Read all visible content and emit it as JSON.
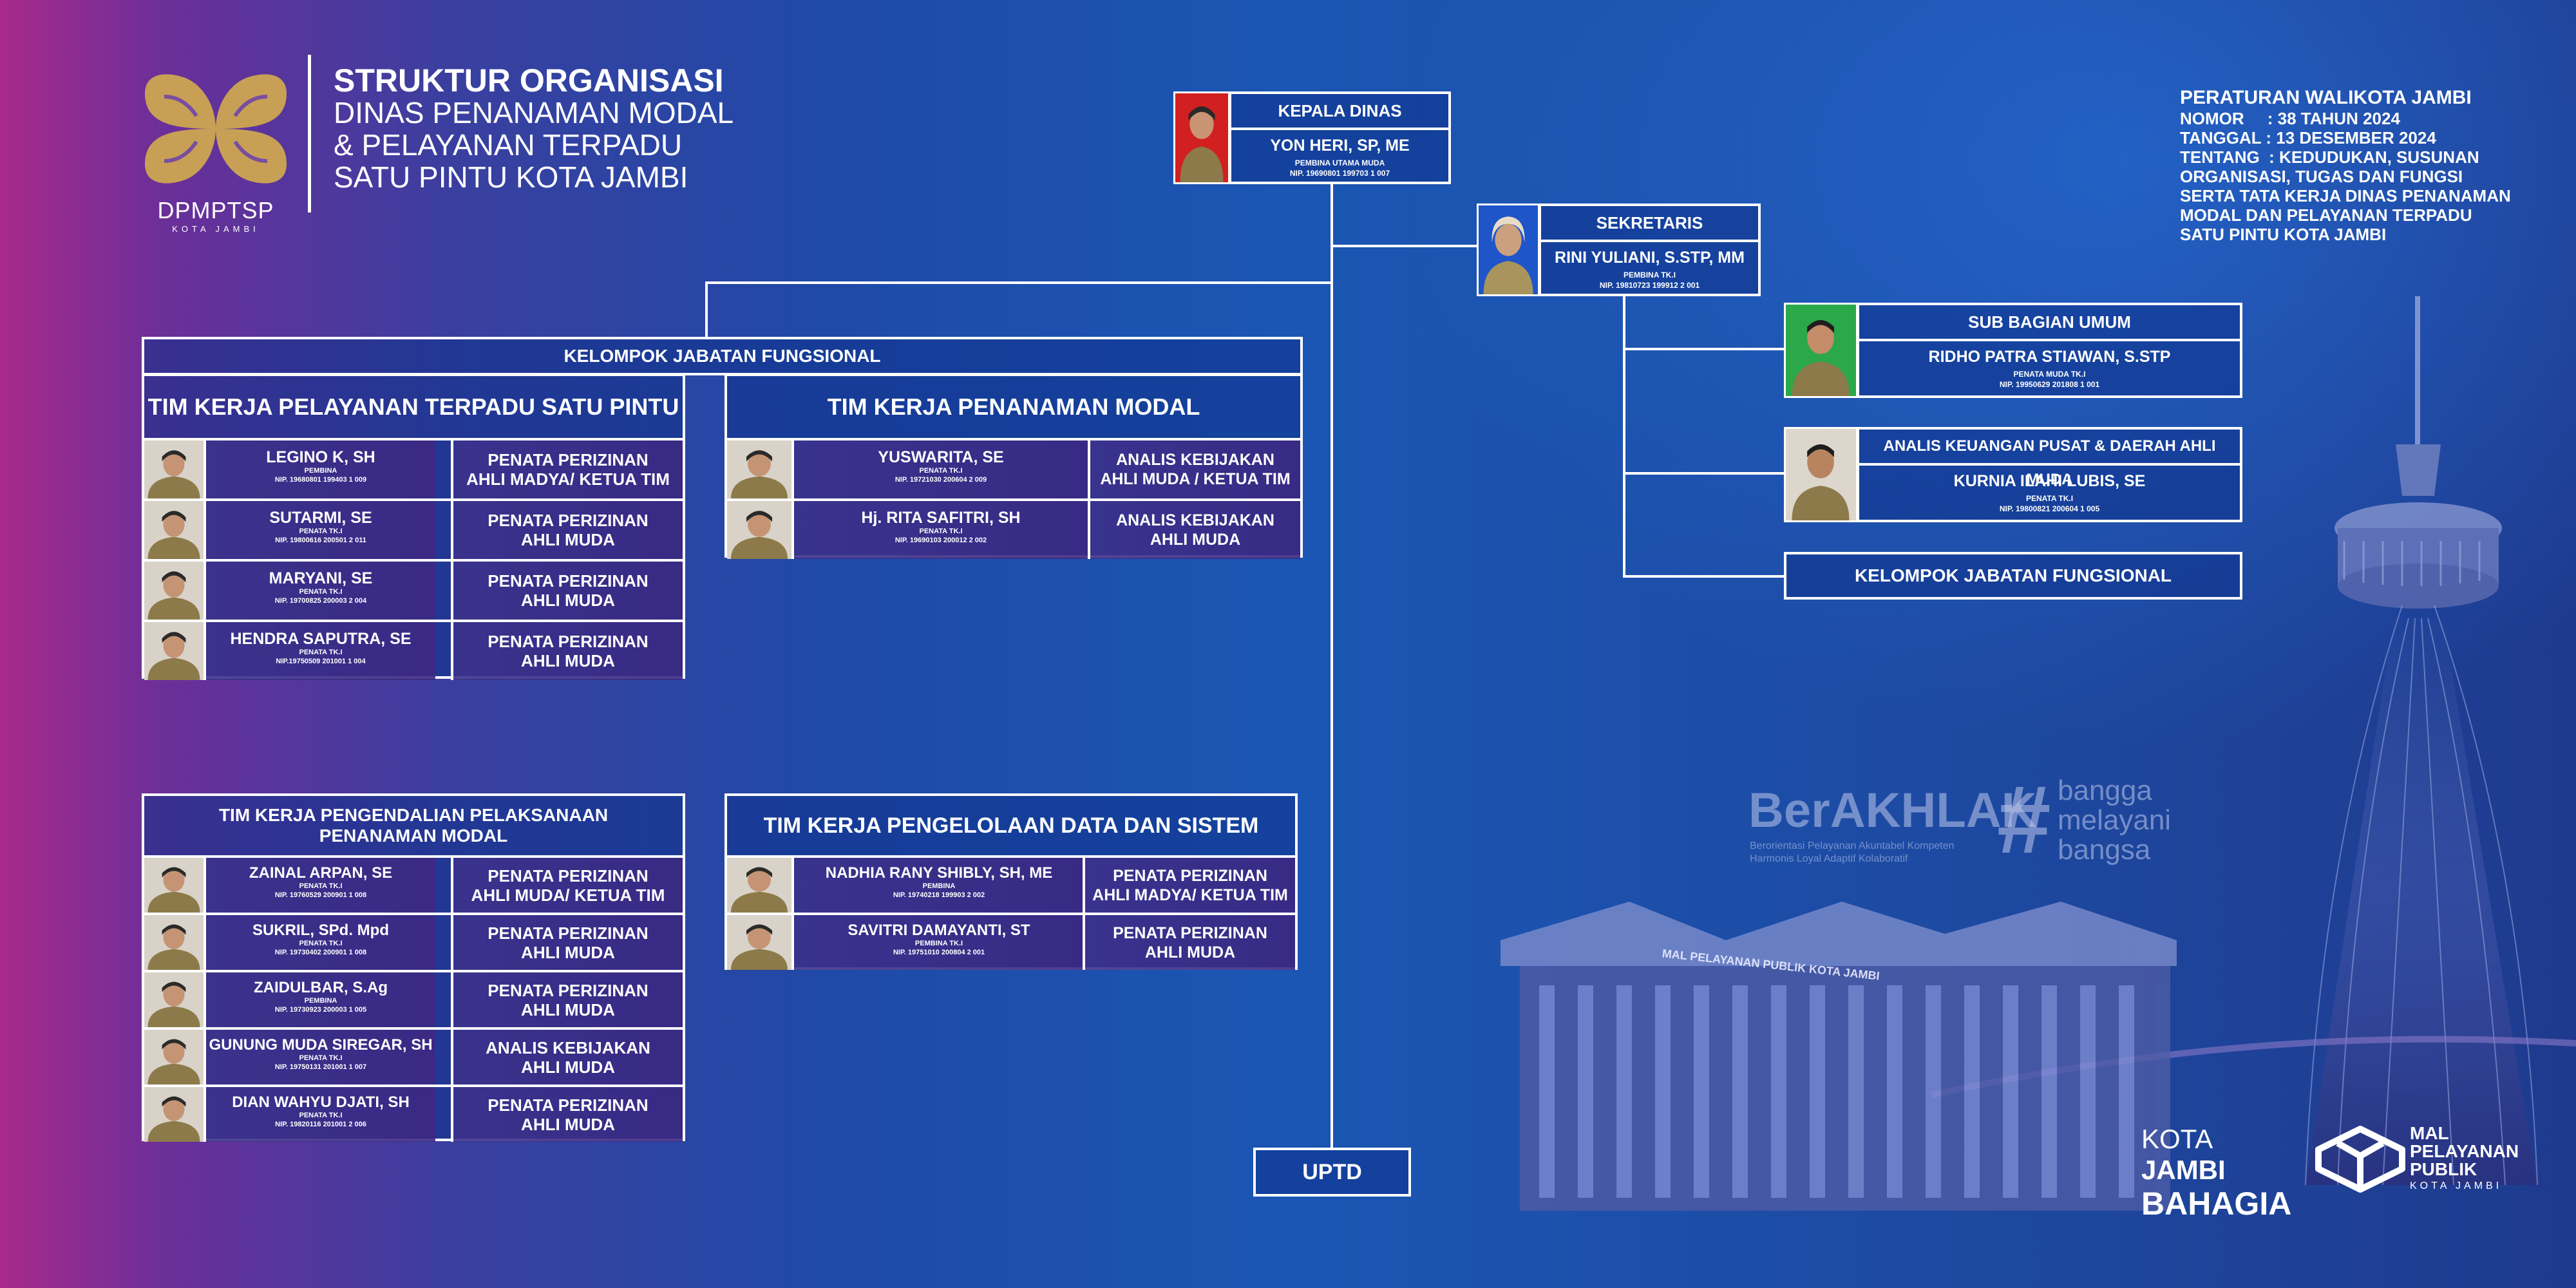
{
  "header": {
    "logo_text": "DPMPTSP",
    "logo_sub": "KOTA JAMBI",
    "title_line1": "STRUKTUR ORGANISASI",
    "title_line2": "DINAS PENANAMAN MODAL",
    "title_line3": "& PELAYANAN TERPADU",
    "title_line4": "SATU PINTU KOTA JAMBI"
  },
  "regulation": {
    "title": "PERATURAN WALIKOTA JAMBI",
    "nomor": "NOMOR     : 38 TAHUN 2024",
    "tanggal": "TANGGAL : 13 DESEMBER 2024",
    "tentang1": "TENTANG  : KEDUDUKAN, SUSUNAN",
    "tentang2": "ORGANISASI, TUGAS DAN FUNGSI",
    "tentang3": "SERTA TATA KERJA DINAS PENANAMAN",
    "tentang4": "MODAL DAN PELAYANAN TERPADU",
    "tentang5": "SATU PINTU KOTA JAMBI"
  },
  "kepala": {
    "title": "KEPALA DINAS",
    "name": "YON HERI, SP, ME",
    "rank": "PEMBINA UTAMA MUDA",
    "nip": "NIP. 19690801 199703 1 007"
  },
  "sekretaris": {
    "title": "SEKRETARIS",
    "name": "RINI YULIANI, S.STP, MM",
    "rank": "PEMBINA TK.I",
    "nip": "NIP. 19810723 199912 2 001"
  },
  "subbag": {
    "title": "SUB BAGIAN UMUM",
    "name": "RIDHO PATRA STIAWAN, S.STP",
    "rank": "PENATA MUDA TK.I",
    "nip": "NIP. 19950629 201808 1 001"
  },
  "analis": {
    "title": "ANALIS KEUANGAN PUSAT & DAERAH AHLI MUDA",
    "name": "KURNIA ILAHI LUBIS, SE",
    "rank": "PENATA TK.I",
    "nip": "NIP. 19800821 200604 1 005"
  },
  "kjf_right": "KELOMPOK JABATAN FUNGSIONAL",
  "kjf_left": "KELOMPOK JABATAN FUNGSIONAL",
  "uptd": "UPTD",
  "team1": {
    "title": "TIM KERJA PELAYANAN TERPADU SATU PINTU",
    "members": [
      {
        "name": "LEGINO K, SH",
        "rank": "PEMBINA",
        "nip": "NIP. 19680801 199403 1 009",
        "role1": "PENATA PERIZINAN",
        "role2": "AHLI MADYA/ KETUA TIM"
      },
      {
        "name": "SUTARMI, SE",
        "rank": "PENATA TK.I",
        "nip": "NIP. 19800616 200501 2 011",
        "role1": "PENATA PERIZINAN",
        "role2": "AHLI MUDA"
      },
      {
        "name": "MARYANI, SE",
        "rank": "PENATA TK.I",
        "nip": "NIP. 19700825 200003 2 004",
        "role1": "PENATA PERIZINAN",
        "role2": "AHLI MUDA"
      },
      {
        "name": "HENDRA SAPUTRA, SE",
        "rank": "PENATA TK.I",
        "nip": "NIP.19750509 201001 1 004",
        "role1": "PENATA PERIZINAN",
        "role2": "AHLI MUDA"
      }
    ]
  },
  "team2": {
    "title": "TIM KERJA PENANAMAN MODAL",
    "members": [
      {
        "name": "YUSWARITA, SE",
        "rank": "PENATA TK.I",
        "nip": "NIP. 19721030 200604 2 009",
        "role1": "ANALIS KEBIJAKAN",
        "role2": "AHLI MUDA / KETUA TIM"
      },
      {
        "name": "Hj. RITA SAFITRI, SH",
        "rank": "PENATA TK.I",
        "nip": "NIP. 19690103 200012 2 002",
        "role1": "ANALIS KEBIJAKAN",
        "role2": "AHLI MUDA"
      }
    ]
  },
  "team3": {
    "title1": "TIM KERJA PENGENDALIAN PELAKSANAAN",
    "title2": "PENANAMAN MODAL",
    "members": [
      {
        "name": "ZAINAL ARPAN, SE",
        "rank": "PENATA TK.I",
        "nip": "NIP. 19760529 200901 1 008",
        "role1": "PENATA PERIZINAN",
        "role2": "AHLI MUDA/ KETUA TIM"
      },
      {
        "name": "SUKRIL, SPd. Mpd",
        "rank": "PENATA TK.I",
        "nip": "NIP. 19730402 200901 1 008",
        "role1": "PENATA PERIZINAN",
        "role2": "AHLI MUDA"
      },
      {
        "name": "ZAIDULBAR, S.Ag",
        "rank": "PEMBINA",
        "nip": "NIP. 19730923 200003 1 005",
        "role1": "PENATA PERIZINAN",
        "role2": "AHLI MUDA"
      },
      {
        "name": "GUNUNG MUDA SIREGAR, SH",
        "rank": "PENATA TK.I",
        "nip": "NIP. 19750131 201001 1 007",
        "role1": "ANALIS KEBIJAKAN",
        "role2": "AHLI MUDA"
      },
      {
        "name": "DIAN WAHYU DJATI, SH",
        "rank": "PENATA TK.I",
        "nip": "NIP. 19820116 201001 2 006",
        "role1": "PENATA PERIZINAN",
        "role2": "AHLI MUDA"
      }
    ]
  },
  "team4": {
    "title": "TIM KERJA PENGELOLAAN DATA DAN SISTEM",
    "members": [
      {
        "name": "NADHIA RANY SHIBLY, SH, ME",
        "rank": "PEMBINA",
        "nip": "NIP. 19740218 199903 2 002",
        "role1": "PENATA PERIZINAN",
        "role2": "AHLI MADYA/ KETUA TIM"
      },
      {
        "name": "SAVITRI DAMAYANTI, ST",
        "rank": "PEMBINA TK.I",
        "nip": "NIP. 19751010 200804 2 001",
        "role1": "PENATA PERIZINAN",
        "role2": "AHLI MUDA"
      }
    ]
  },
  "berakhlak": {
    "word": "BerAKHLAK",
    "sub1": "Berorientasi Pelayanan Akuntabel Kompeten",
    "sub2": "Harmonis Loyal Adaptif Kolaboratif",
    "tag1": "bangga",
    "tag2": "melayani",
    "tag3": "bangsa"
  },
  "building_sign": "MAL PELAYANAN PUBLIK KOTA JAMBI",
  "footer": {
    "kota1": "KOTA",
    "kota2": "JAMBI",
    "bahagia": "BAHAGIA",
    "mal1": "MAL",
    "mal2": "PELAYANAN",
    "mal3": "PUBLIK",
    "mal4": "KOTA JAMBI"
  },
  "colors": {
    "gold": "#c8a055",
    "red_bg": "#d22020",
    "green_bg": "#2aa84a",
    "navy": "#1d4aa2",
    "magenta": "#a72a8a"
  }
}
